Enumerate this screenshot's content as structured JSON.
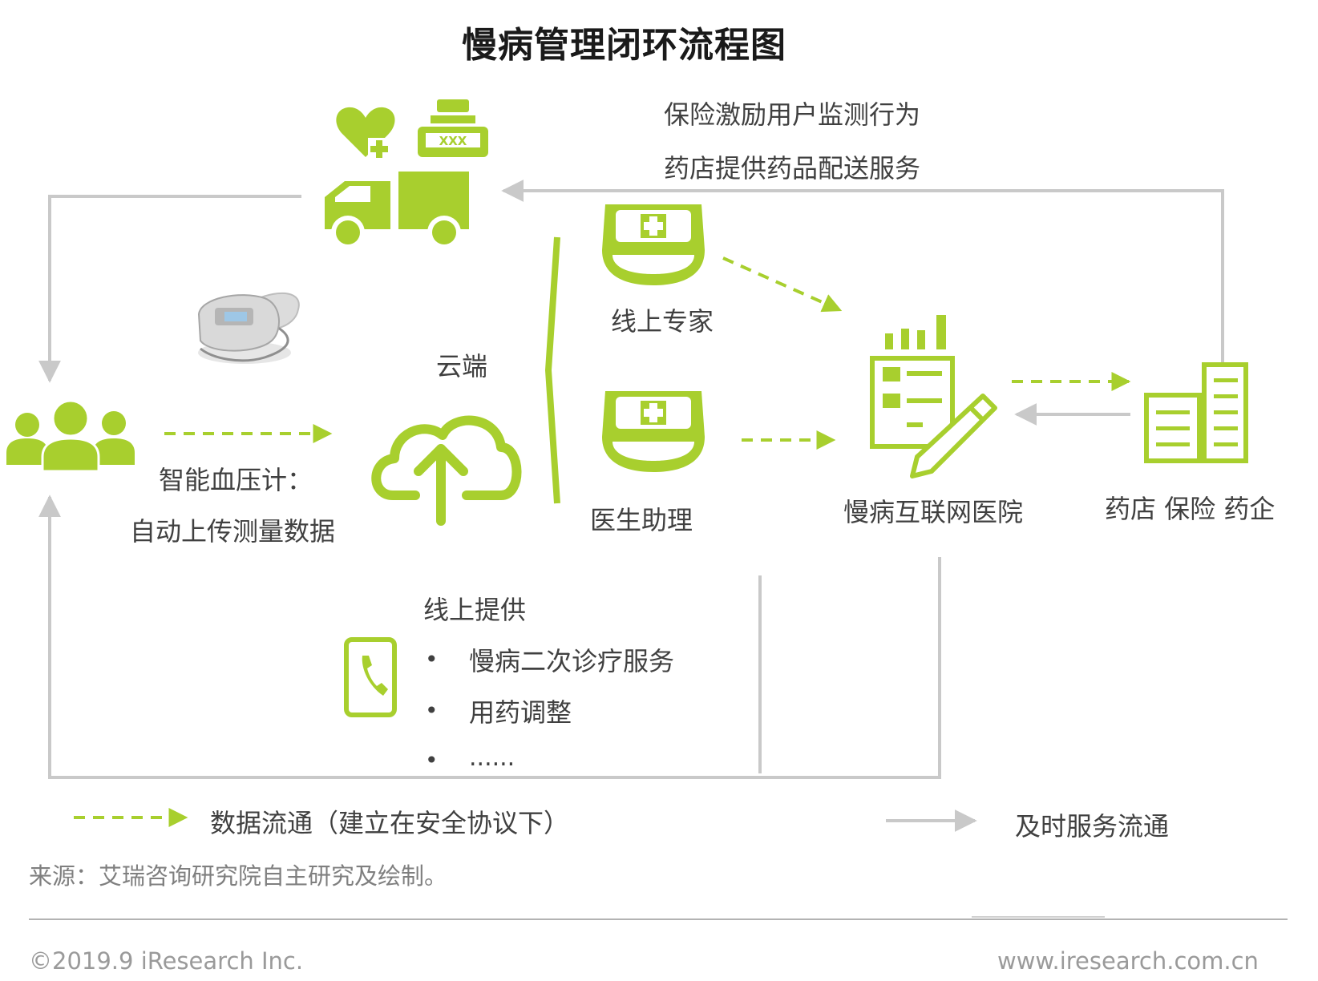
{
  "title": "慢病管理闭环流程图",
  "colors": {
    "accent": "#a8cf2e",
    "line": "#c9c9c9",
    "text": "#404040",
    "muted": "#8c8c8c"
  },
  "nodes": {
    "pharmacy_note_1": "保险激励用户监测行为",
    "pharmacy_note_2": "药店提供药品配送服务",
    "online_expert": "线上专家",
    "cloud": "云端",
    "doctor_assistant": "医生助理",
    "internet_hospital": "慢病互联网医院",
    "partners": "药店 保险 药企",
    "device_label_1": "智能血压计：",
    "device_label_2": "自动上传测量数据"
  },
  "online_services": {
    "heading": "线上提供",
    "items": [
      "慢病二次诊疗服务",
      "用药调整",
      "......"
    ]
  },
  "legend": {
    "data_flow": "数据流通（建立在安全协议下）",
    "service_flow": "及时服务流通"
  },
  "icons": [
    "delivery-truck-icon",
    "heart-plus-icon",
    "medicine-bottle-icon",
    "blood-pressure-monitor-icon",
    "patients-group-icon",
    "cloud-upload-icon",
    "nurse-icon",
    "hospital-record-icon",
    "buildings-icon",
    "phone-icon"
  ],
  "source": "来源：艾瑞咨询研究院自主研究及绘制。",
  "footer": {
    "copyright": "©2019.9 iResearch Inc.",
    "website": "www.iresearch.com.cn"
  }
}
